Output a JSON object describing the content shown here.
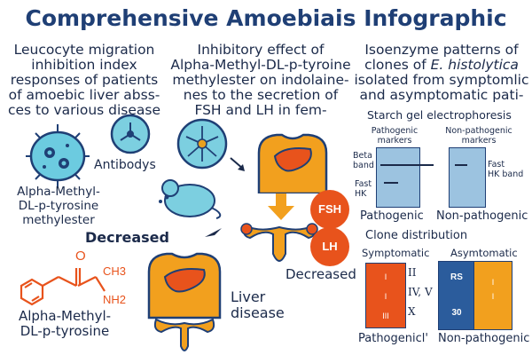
{
  "title": "Comprehensive Amoebiais Infographic",
  "left": {
    "heading": [
      "Leucocyte migration",
      "inhibition index",
      "responses of patients",
      "of amoebic liver abss-",
      "ces to various disease"
    ],
    "antibodies_label": "Antibodys",
    "compound_label": [
      "Alpha-Methyl-",
      "DL-p-tyrosine",
      "methylester"
    ],
    "decreased_label": "Decreased",
    "molecule": {
      "o": "O",
      "ch3": "CH3",
      "nh2": "NH2"
    },
    "molecule_label": [
      "Alpha-Methyl-",
      "DL-p-tyrosine"
    ]
  },
  "middle": {
    "heading": [
      "Inhibitory effect of",
      "Alpha-Methyl-DL-p-tyroine",
      "methylester on indolaine-",
      "nes to the secretion of",
      "FSH and LH in fem-"
    ],
    "fsh": "FSH",
    "lh": "LH",
    "decreased_label": "Decreased",
    "liver_label": [
      "Liver",
      "disease"
    ]
  },
  "right": {
    "heading_parts": [
      "Isoenzyme patterns of",
      "clones of ",
      "E. histolytica",
      "isolated from symptomlic",
      "and asymptomatic pati-"
    ],
    "starch_title": "Starch gel electrophoresis",
    "patho_markers": [
      "Pathogenic",
      "markers"
    ],
    "nonpatho_markers": [
      "Non-pathogenic",
      "markers"
    ],
    "beta_band": [
      "Beta",
      "band"
    ],
    "fast_hk_left": [
      "Fast",
      "HK"
    ],
    "fast_hk_right": [
      "Fast",
      "HK band"
    ],
    "pathogenic_label": "Pathogenic",
    "nonpathogenic_label": "Non-pathogenic",
    "clone_title": "Clone distribution",
    "symptomatic": "Symptomatic",
    "asymptomatic": "Asymtomatic",
    "sym_box": [
      "I",
      "I",
      "III"
    ],
    "sym_marks": [
      "II",
      "IV, V",
      "X"
    ],
    "asym_left": [
      "RS",
      "30"
    ],
    "asym_right": [
      "I",
      "I"
    ],
    "pathogenicl_label": "Pathogenicl'",
    "nonpathogenic_label2": "Non-pathogenic"
  },
  "colors": {
    "navy": "#1f3f75",
    "orange": "#f2a01e",
    "red_orange": "#e8531c",
    "teal": "#2a9fb2",
    "blue": "#2b5c9c",
    "light_blue": "#9cc3e0"
  }
}
